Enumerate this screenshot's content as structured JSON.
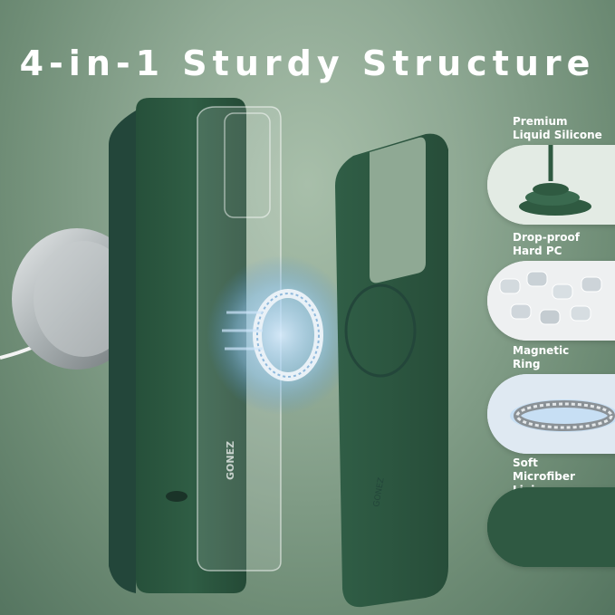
{
  "title": "4-in-1 Sturdy Structure",
  "features": [
    {
      "line1": "Premium",
      "line2": "Liquid Silicone",
      "icon": "silicone-swirl-icon"
    },
    {
      "line1": "Drop-proof",
      "line2": "Hard PC",
      "icon": "pc-pellets-icon"
    },
    {
      "line1": "Magnetic",
      "line2": "Ring",
      "icon": "magnetic-ring-icon"
    },
    {
      "line1": "Soft",
      "line2": "Microfiber Lining",
      "icon": "microfiber-texture-icon"
    }
  ],
  "brand": "GONEZ",
  "colors": {
    "case_green": "#2f5a41",
    "background": "#8fa994",
    "text": "#ffffff"
  }
}
